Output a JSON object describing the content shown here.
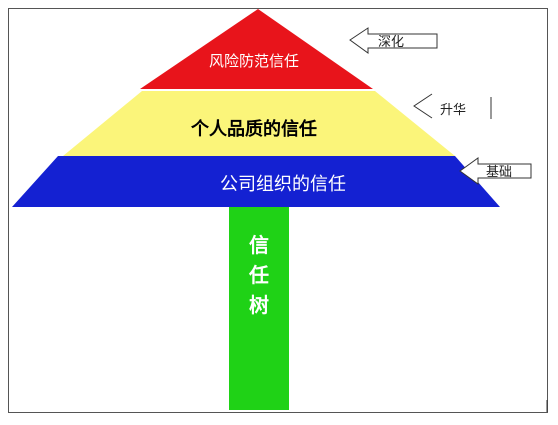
{
  "diagram": {
    "tiers": [
      {
        "label": "风险防范信任",
        "color": "#e8141b",
        "text_color": "#ffffff"
      },
      {
        "label": "个人品质的信任",
        "color": "#fbf57a",
        "text_color": "#000000"
      },
      {
        "label": "公司组织的信任",
        "color": "#1421d2",
        "text_color": "#ffffff"
      }
    ],
    "trunk": {
      "chars": [
        "信",
        "任",
        "树"
      ],
      "color": "#1fd216",
      "text_color": "#ffffff"
    },
    "tags": [
      {
        "label": "深化",
        "style": "arrow"
      },
      {
        "label": "升华",
        "style": "bracket"
      },
      {
        "label": "基础",
        "style": "arrow"
      }
    ],
    "frame_color": "#555555"
  }
}
